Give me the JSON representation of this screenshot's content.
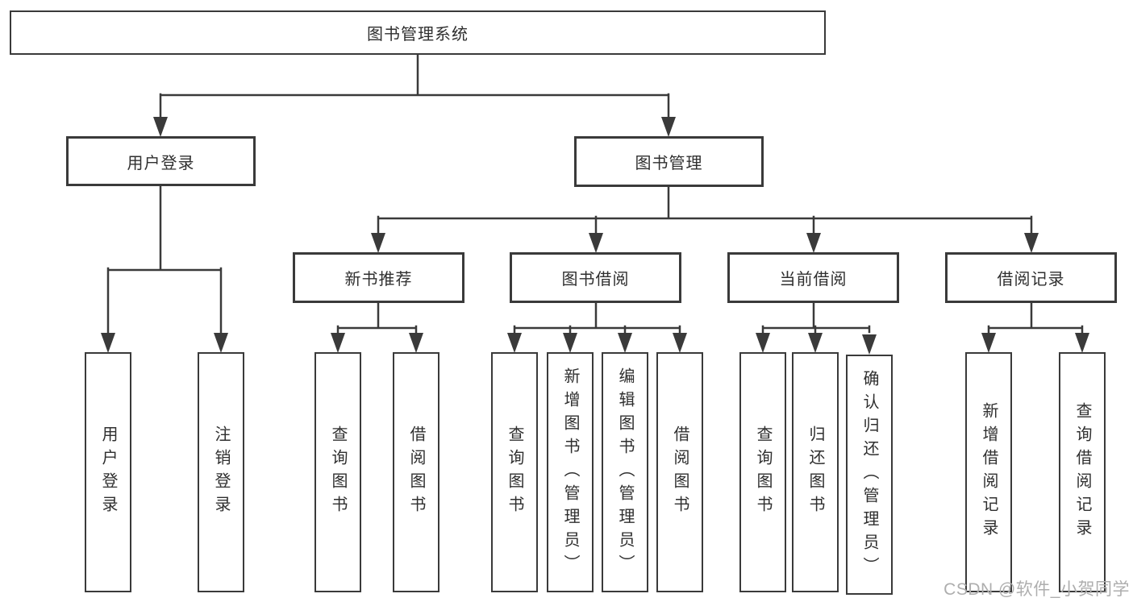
{
  "diagram": {
    "tree": {
      "label": "图书管理系统",
      "children": [
        {
          "label": "用户登录",
          "children": [
            {
              "label": "用户登录"
            },
            {
              "label": "注销登录"
            }
          ]
        },
        {
          "label": "图书管理",
          "children": [
            {
              "label": "新书推荐",
              "children": [
                {
                  "label": "查询图书"
                },
                {
                  "label": "借阅图书"
                }
              ]
            },
            {
              "label": "图书借阅",
              "children": [
                {
                  "label": "查询图书"
                },
                {
                  "label": "新增图书（管理员）"
                },
                {
                  "label": "编辑图书（管理员）"
                },
                {
                  "label": "借阅图书"
                }
              ]
            },
            {
              "label": "当前借阅",
              "children": [
                {
                  "label": "查询图书"
                },
                {
                  "label": "归还图书"
                },
                {
                  "label": "确认归还（管理员）"
                }
              ]
            },
            {
              "label": "借阅记录",
              "children": [
                {
                  "label": "新增借阅记录"
                },
                {
                  "label": "查询借阅记录"
                }
              ]
            }
          ]
        }
      ]
    },
    "watermark": "CSDN @软件_小贺同学",
    "colors": {
      "line": "#3a3a3a",
      "text": "#2f2f2f",
      "watermark": "#aeaeae",
      "background": "#ffffff"
    }
  }
}
